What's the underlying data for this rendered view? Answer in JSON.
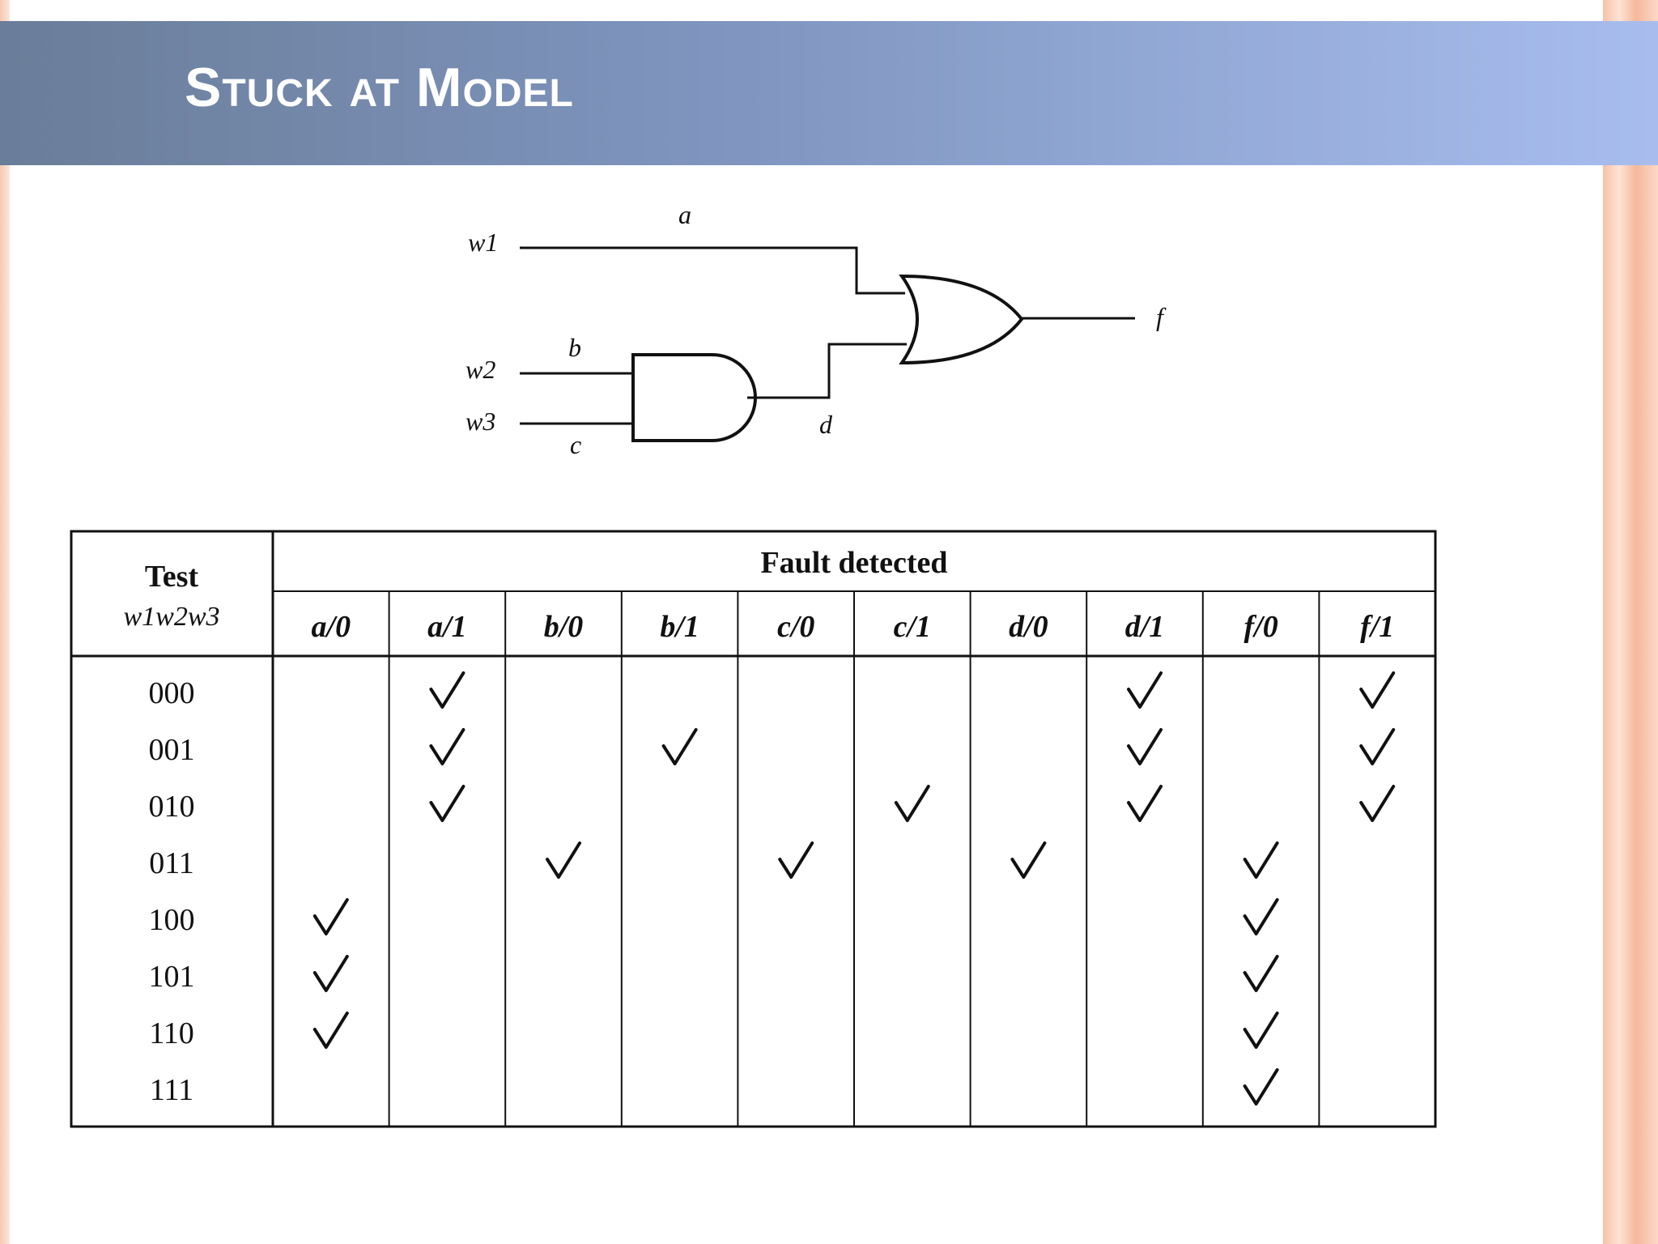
{
  "slide": {
    "title": "Stuck at Model"
  },
  "circuit": {
    "inputs": [
      "w1",
      "w2",
      "w3"
    ],
    "wires": {
      "a": "a",
      "b": "b",
      "c": "c",
      "d": "d",
      "f": "f"
    },
    "gates": [
      "AND",
      "OR"
    ]
  },
  "table": {
    "test_header": "Test",
    "test_sub": "w1w2w3",
    "group_header": "Fault detected",
    "faults": [
      "a/0",
      "a/1",
      "b/0",
      "b/1",
      "c/0",
      "c/1",
      "d/0",
      "d/1",
      "f/0",
      "f/1"
    ],
    "rows": [
      {
        "test": "000",
        "detected": [
          false,
          true,
          false,
          false,
          false,
          false,
          false,
          true,
          false,
          true
        ]
      },
      {
        "test": "001",
        "detected": [
          false,
          true,
          false,
          true,
          false,
          false,
          false,
          true,
          false,
          true
        ]
      },
      {
        "test": "010",
        "detected": [
          false,
          true,
          false,
          false,
          false,
          true,
          false,
          true,
          false,
          true
        ]
      },
      {
        "test": "011",
        "detected": [
          false,
          false,
          true,
          false,
          true,
          false,
          true,
          false,
          true,
          false
        ]
      },
      {
        "test": "100",
        "detected": [
          true,
          false,
          false,
          false,
          false,
          false,
          false,
          false,
          true,
          false
        ]
      },
      {
        "test": "101",
        "detected": [
          true,
          false,
          false,
          false,
          false,
          false,
          false,
          false,
          true,
          false
        ]
      },
      {
        "test": "110",
        "detected": [
          true,
          false,
          false,
          false,
          false,
          false,
          false,
          false,
          true,
          false
        ]
      },
      {
        "test": "111",
        "detected": [
          false,
          false,
          false,
          false,
          false,
          false,
          false,
          false,
          true,
          false
        ]
      }
    ]
  },
  "colors": {
    "title_text": "#ffffff",
    "line": "#111111"
  }
}
